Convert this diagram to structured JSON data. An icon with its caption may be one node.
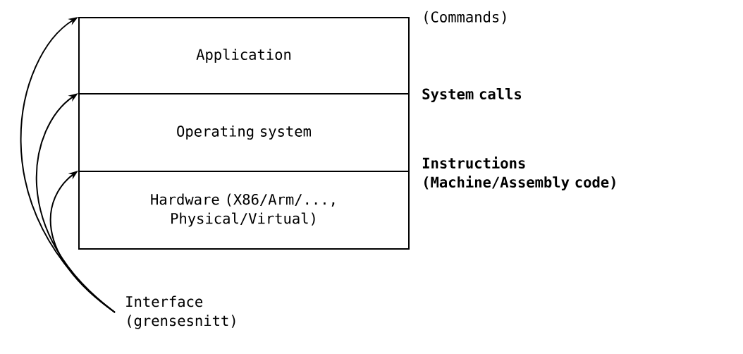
{
  "diagram": {
    "nodes": [
      {
        "text": [
          "Application"
        ]
      },
      {
        "text": [
          "Operating system"
        ]
      },
      {
        "text": [
          "Hardware (X86/Arm/..., Physical/Virtual)"
        ]
      },
      {
        "text": [
          "Interface (grensesnitt)"
        ]
      }
    ],
    "edges": [
      {
        "from": 3,
        "to": 0,
        "arrow": "to"
      },
      {
        "from": 3,
        "to": 1,
        "arrow": "to"
      },
      {
        "from": 3,
        "to": 2,
        "arrow": "to"
      }
    ],
    "labels": [
      "(Commands)",
      "System calls",
      "Instructions (Machine/Assembly code)"
    ]
  }
}
